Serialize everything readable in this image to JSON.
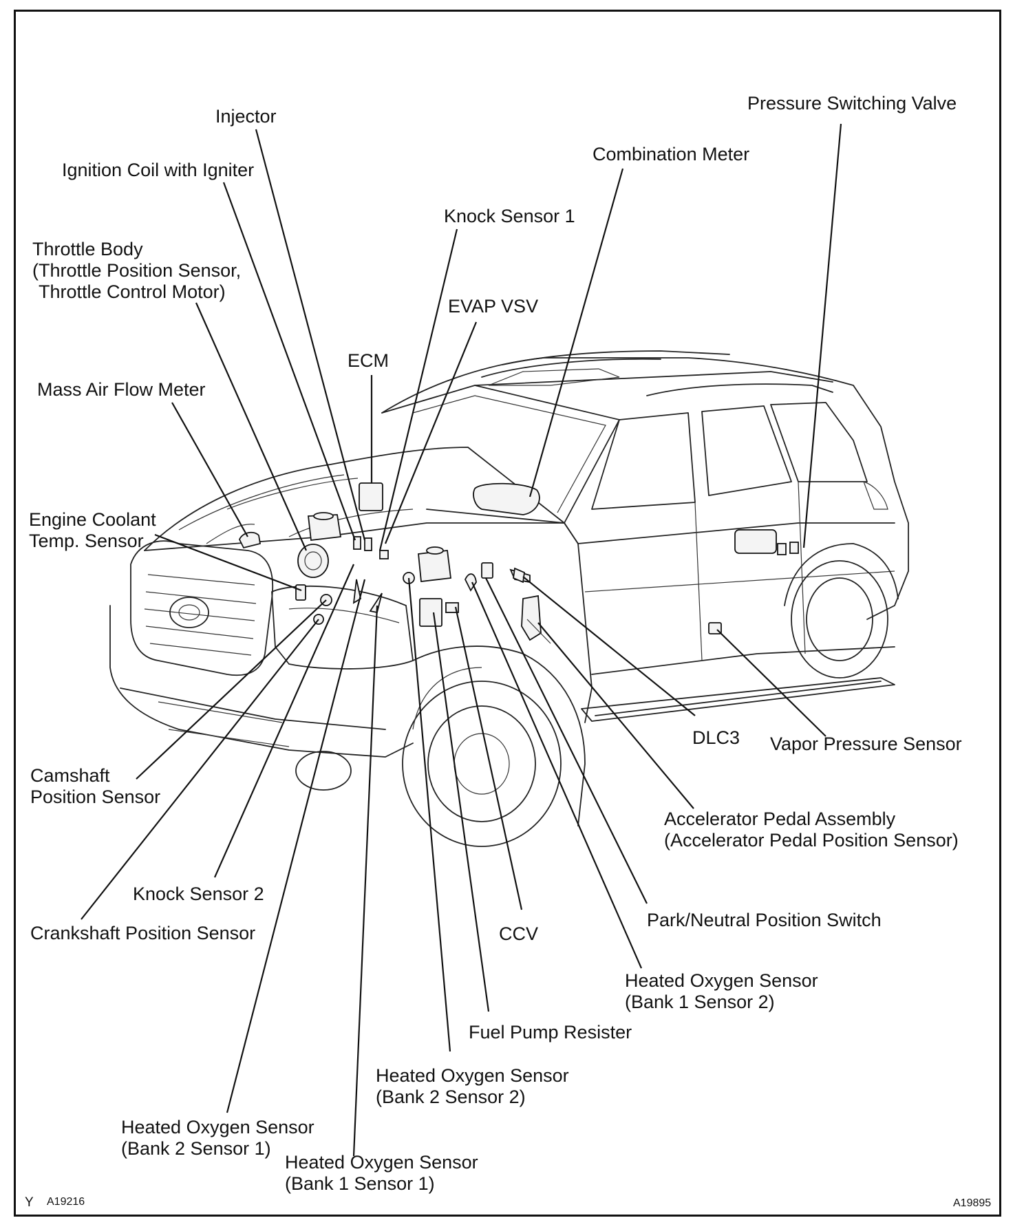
{
  "diagram": {
    "labels": {
      "injector": "Injector",
      "ignition_coil": "Ignition Coil with Igniter",
      "throttle_body": [
        "Throttle Body",
        "(Throttle Position Sensor,",
        "Throttle Control Motor)"
      ],
      "mass_air_flow": "Mass Air Flow Meter",
      "engine_coolant": [
        "Engine Coolant",
        "Temp. Sensor"
      ],
      "ecm": "ECM",
      "knock_sensor_1": "Knock Sensor 1",
      "evap_vsv": "EVAP VSV",
      "combination_meter": "Combination Meter",
      "pressure_switching_valve": "Pressure Switching Valve",
      "dlc3": "DLC3",
      "vapor_pressure_sensor": "Vapor Pressure Sensor",
      "camshaft_position_sensor": [
        "Camshaft",
        "Position Sensor"
      ],
      "accelerator_pedal": [
        "Accelerator Pedal Assembly",
        "(Accelerator Pedal Position Sensor)"
      ],
      "knock_sensor_2": "Knock Sensor 2",
      "crankshaft_position_sensor": "Crankshaft Position Sensor",
      "ccv": "CCV",
      "park_neutral_switch": "Park/Neutral Position Switch",
      "ho2s_b1s2": [
        "Heated Oxygen Sensor",
        "(Bank 1 Sensor 2)"
      ],
      "fuel_pump_resister": "Fuel Pump Resister",
      "ho2s_b2s2": [
        "Heated Oxygen Sensor",
        "(Bank 2 Sensor 2)"
      ],
      "ho2s_b2s1": [
        "Heated Oxygen Sensor",
        "(Bank 2 Sensor 1)"
      ],
      "ho2s_b1s1": [
        "Heated Oxygen Sensor",
        "(Bank 1 Sensor 1)"
      ]
    },
    "footer": {
      "left_letter": "Y",
      "left_code": "A19216",
      "right_code": "A19895"
    }
  }
}
